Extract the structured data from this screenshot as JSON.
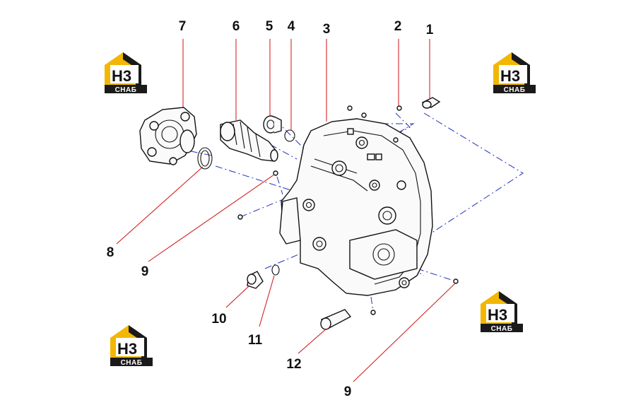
{
  "diagram": {
    "callouts": {
      "c1": "1",
      "c2": "2",
      "c3": "3",
      "c4": "4",
      "c5": "5",
      "c6": "6",
      "c7": "7",
      "c8": "8",
      "c9a": "9",
      "c9b": "9",
      "c10": "10",
      "c11": "11",
      "c12": "12"
    },
    "logo": {
      "mark": "H3",
      "caption": "CHAБ"
    },
    "colors": {
      "leader_line": "#d01010",
      "center_line": "#2233bb",
      "logo_yellow": "#f2b705",
      "logo_dark": "#1a1a1a"
    }
  }
}
